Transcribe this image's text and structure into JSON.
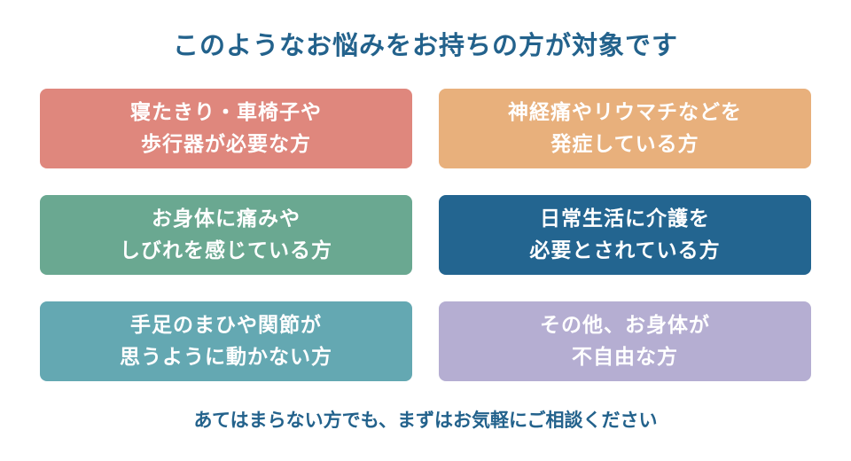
{
  "title": "このようなお悩みをお持ちの方が対象です",
  "items": [
    {
      "line1": "寝たきり・車椅子や",
      "line2": "歩行器が必要な方",
      "color": "#df877d"
    },
    {
      "line1": "神経痛やリウマチなどを",
      "line2": "発症している方",
      "color": "#e8b07c"
    },
    {
      "line1": "お身体に痛みや",
      "line2": "しびれを感じている方",
      "color": "#6aa891"
    },
    {
      "line1": "日常生活に介護を",
      "line2": "必要とされている方",
      "color": "#236590"
    },
    {
      "line1": "手足のまひや関節が",
      "line2": "思うように動かない方",
      "color": "#64a8b2"
    },
    {
      "line1": "その他、お身体が",
      "line2": "不自由な方",
      "color": "#b5aed2"
    }
  ],
  "footer": "あてはまらない方でも、まずはお気軽にご相談ください"
}
